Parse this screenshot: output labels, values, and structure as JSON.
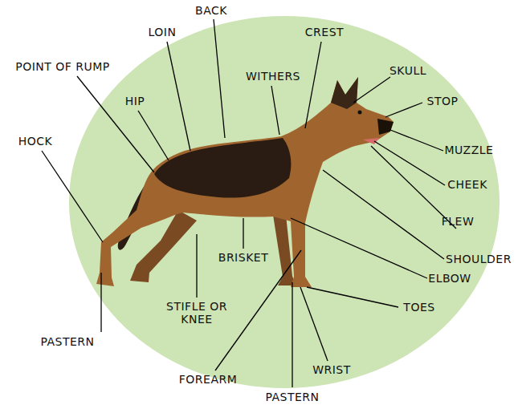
{
  "diagram": {
    "labels": [
      "BACK",
      "LOIN",
      "CREST",
      "POINT OF RUMP",
      "WITHERS",
      "SKULL",
      "STOP",
      "HIP",
      "HOCK",
      "MUZZLE",
      "CHEEK",
      "FLEW",
      "BRISKET",
      "SHOULDER",
      "ELBOW",
      "STIFLE OR KNEE",
      "TOES",
      "PASTERN",
      "WRIST",
      "FOREARM",
      "PASTERN"
    ]
  }
}
